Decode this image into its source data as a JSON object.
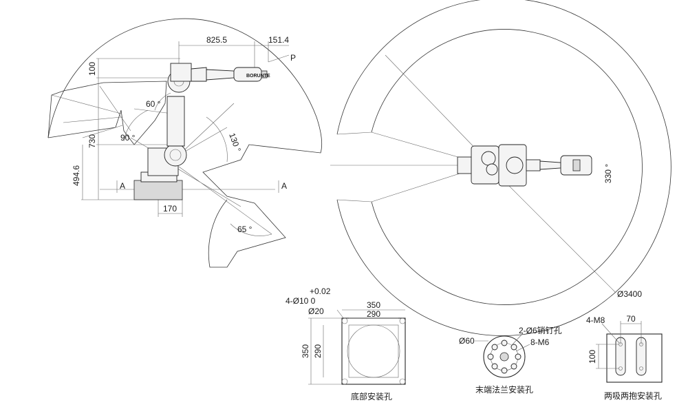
{
  "side_view": {
    "labels": {
      "d825": "825.5",
      "d151": "151.4",
      "p": "P",
      "d100": "100",
      "d730": "730",
      "d494": "494.6",
      "d170": "170",
      "a60": "60 °",
      "a90": "90 °",
      "a130": "130 °",
      "a65": "65 °",
      "sec_a_left": "A",
      "sec_a_right": "A",
      "brand": "BORUNTE"
    }
  },
  "top_view": {
    "labels": {
      "a330": "330 °",
      "d3400": "Ø3400"
    }
  },
  "base_detail": {
    "labels": {
      "tol_upper": "+0.02",
      "holes": "4-Ø10  0",
      "r20": "Ø20",
      "w350": "350",
      "w290": "290",
      "h350": "350",
      "h290": "290",
      "caption": "底部安装孔"
    }
  },
  "flange_detail": {
    "labels": {
      "pin": "2-Ø6销钉孔",
      "d60": "Ø60",
      "m6": "8-M6",
      "caption": "末端法兰安装孔"
    }
  },
  "clamp_detail": {
    "labels": {
      "m8": "4-M8",
      "w70": "70",
      "h100": "100",
      "caption": "两吸两抱安装孔"
    }
  }
}
